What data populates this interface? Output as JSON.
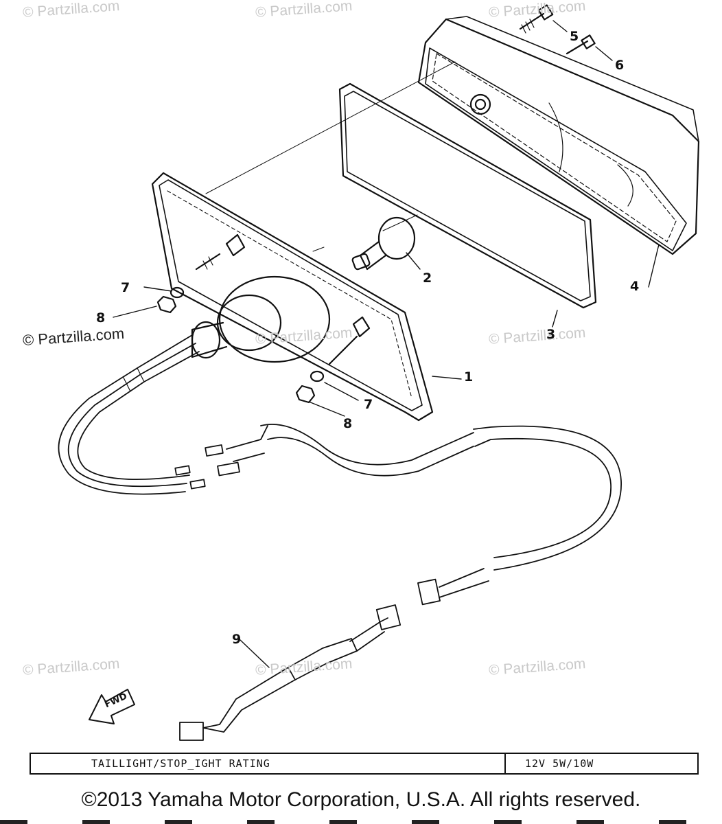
{
  "watermarks": {
    "text": "© Partzilla.com",
    "prominent_text": "© Partzilla.com"
  },
  "callouts": [
    "1",
    "2",
    "3",
    "4",
    "5",
    "6",
    "7",
    "8",
    "9",
    "7",
    "8"
  ],
  "fwd_label": "FWD",
  "rating": {
    "label": "TAILLIGHT/STOP_IGHT RATING",
    "value": "12V 5W/10W"
  },
  "copyright": "©2013 Yamaha Motor Corporation, U.S.A. All rights reserved.",
  "colors": {
    "line": "#111111",
    "watermark": "#c9c9c9",
    "background": "#ffffff"
  },
  "icons": {
    "fwd_arrow": "arrow-icon"
  }
}
